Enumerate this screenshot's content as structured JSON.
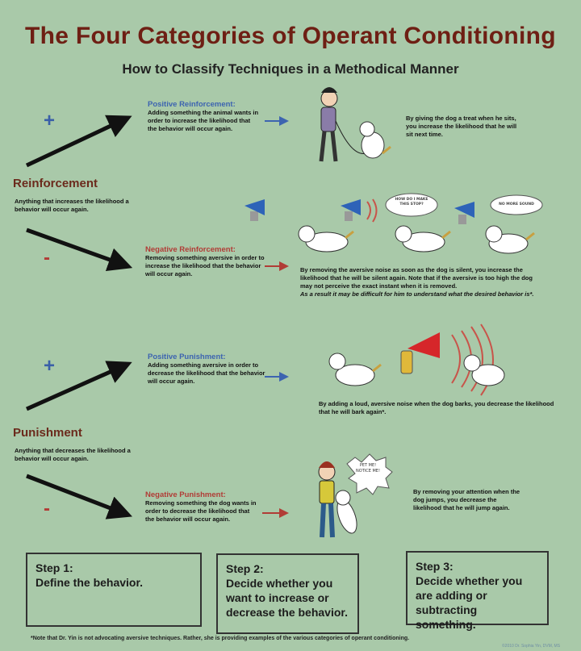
{
  "title": "The Four Categories of Operant Conditioning",
  "subtitle": "How to Classify Techniques in a Methodical Manner",
  "colors": {
    "background": "#a9c9a9",
    "title": "#6e1f14",
    "positive": "#3d64b0",
    "negative": "#b13c36"
  },
  "reinforcement": {
    "heading": "Reinforcement",
    "description": "Anything that increases the likelihood a behavior will occur again.",
    "positive": {
      "sign": "+",
      "label": "Positive Reinforcement:",
      "definition": "Adding something the animal wants in order to increase the likelihood that the behavior will occur again.",
      "example": "By giving the dog a treat when he sits, you increase the likelihood that he will sit next time."
    },
    "negative": {
      "sign": "-",
      "label": "Negative Reinforcement:",
      "definition": "Removing something aversive in order to increase the likelihood that the behavior will occur again.",
      "example": "By removing the aversive noise as soon as the dog is silent, you increase the likelihood that he will be silent again. Note that if the aversive is too high the dog may not perceive the exact instant when it is removed.",
      "example_emphasis": "As a result it may be difficult for him to understand what the desired behavior is*.",
      "bubble1": "HOW DO I MAKE THIS STOP?",
      "bubble2": "NO MORE SOUND"
    }
  },
  "punishment": {
    "heading": "Punishment",
    "description": "Anything that decreases the likelihood a behavior will occur again.",
    "positive": {
      "sign": "+",
      "label": "Positive Punishment:",
      "definition": "Adding something aversive in order to decrease the likelihood that the behavior will occur again.",
      "example": "By adding a loud, aversive noise when the dog barks, you decrease the likelihood that he will bark again*."
    },
    "negative": {
      "sign": "-",
      "label": "Negative Punishment:",
      "definition": "Removing something the dog wants in order to decrease the likelihood that the behavior will occur again.",
      "example": "By removing your attention when the dog jumps, you decrease the likelihood that he will jump again.",
      "bubble": "PET ME! NOTICE ME!"
    }
  },
  "steps": [
    {
      "title": "Step 1:",
      "text": "Define the behavior."
    },
    {
      "title": "Step 2:",
      "text": "Decide whether you want to increase or decrease the behavior."
    },
    {
      "title": "Step 3:",
      "text": "Decide whether you are adding or subtracting something."
    }
  ],
  "footnote": "*Note that Dr. Yin is not advocating aversive techniques. Rather, she is providing examples of the various categories of operant conditioning.",
  "credit": "©2010 Dr. Sophia Yin, DVM, MS"
}
